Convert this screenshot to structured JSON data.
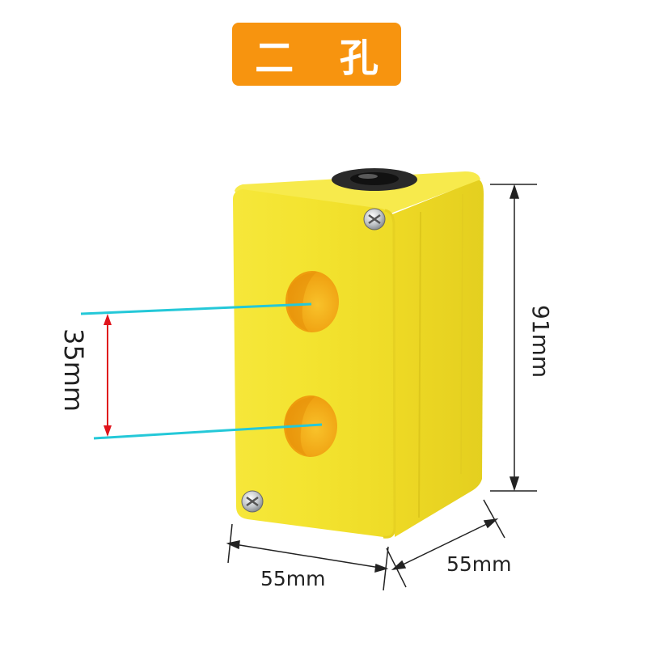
{
  "title": "二 孔",
  "dimensions": {
    "height": "91mm",
    "width": "55mm",
    "depth": "55mm",
    "hole_spacing": "35mm"
  },
  "colors": {
    "badge": "#f7940f",
    "box_front": "#f2e22e",
    "box_side": "#e9d624",
    "box_top": "#f7ea4c",
    "hole_rim": "#f0a20f",
    "hole_inner": "#f5b51c",
    "spacing_arrow": "#e0141c",
    "guide_line": "#24c8d8",
    "dimension_line": "#222222"
  }
}
